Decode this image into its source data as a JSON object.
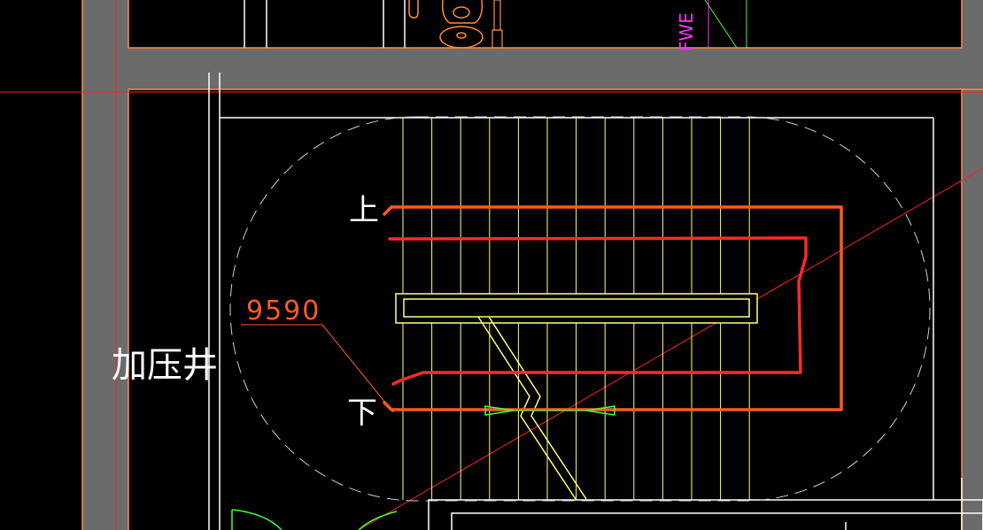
{
  "drawing": {
    "up_label": "上",
    "down_label": "下",
    "shaft_label": "加压井",
    "dimension_label": "9590",
    "magenta_fragment": "FWE"
  },
  "colors": {
    "background": "#000000",
    "wall_fill": "#6b6b6b",
    "wall_outline": "#ff8c3a",
    "axis_red": "#ff2020",
    "stair_yellow": "#ffff80",
    "route_orange": "#ff5a1e",
    "route_red": "#ff2a2a",
    "dashed_white": "#d0d0d0",
    "door_green": "#40ff40",
    "text_white": "#ffffff",
    "magenta": "#ff33ff"
  }
}
